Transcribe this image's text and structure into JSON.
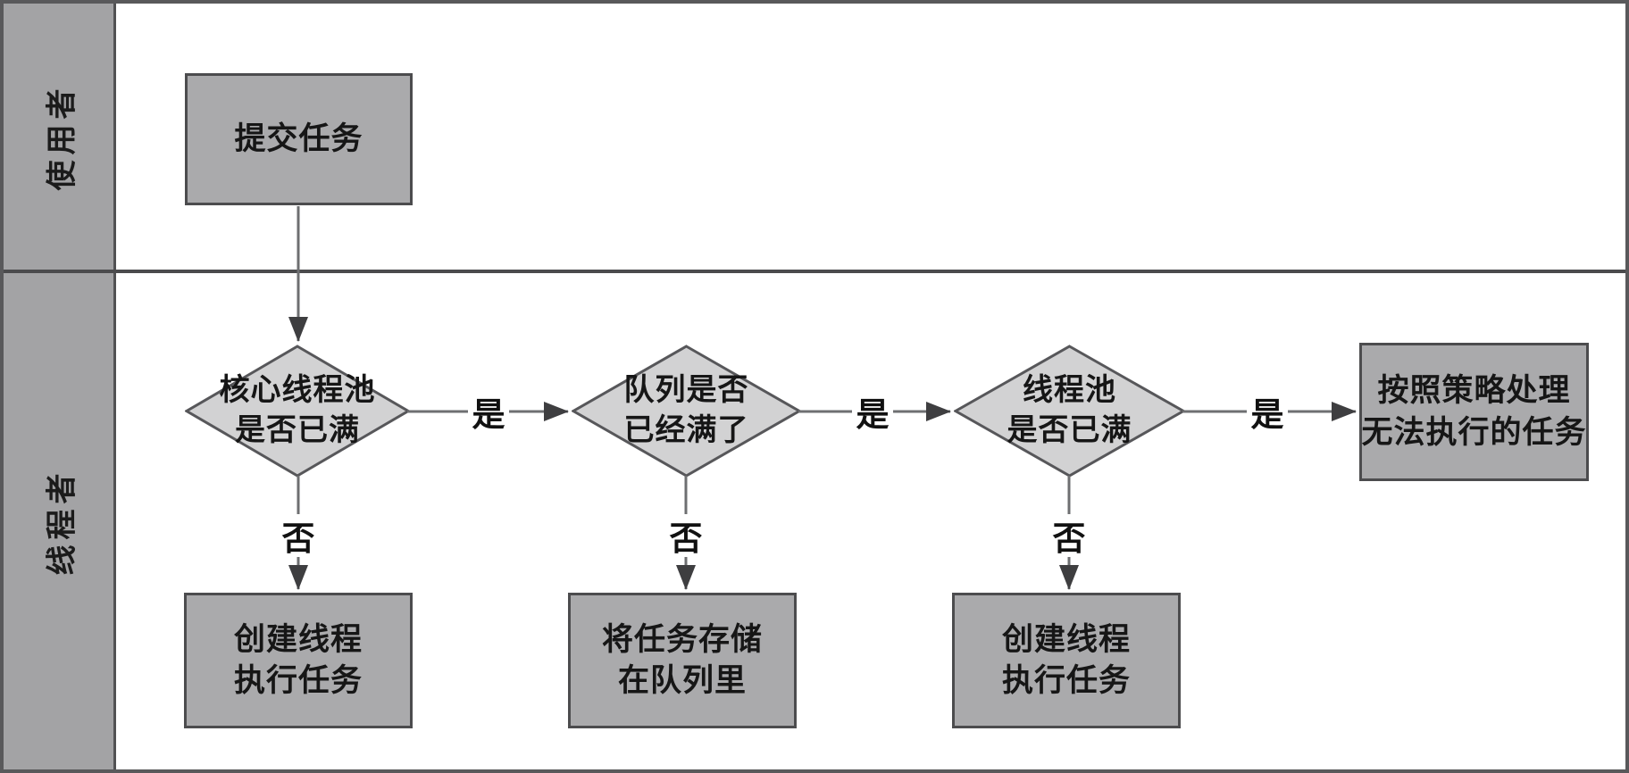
{
  "colors": {
    "frame_border": "#59595b",
    "lane_header_fill": "#a3a3a5",
    "divider": "#4b4b4d",
    "box_fill": "#aaaaac",
    "box_border": "#4c4c4e",
    "diamond_fill": "#d2d2d3",
    "diamond_border": "#57575a",
    "connector": "#6e6f71",
    "arrowhead": "#3e3e40",
    "text": "#1b1b1b"
  },
  "lanes": {
    "user": {
      "label": "使用者"
    },
    "thread": {
      "label": "线程者"
    }
  },
  "nodes": {
    "submit_task": {
      "line1": "提交任务"
    },
    "core_pool_full": {
      "line1": "核心线程池",
      "line2": "是否已满"
    },
    "create_thread_1": {
      "line1": "创建线程",
      "line2": "执行任务"
    },
    "queue_full": {
      "line1": "队列是否",
      "line2": "已经满了"
    },
    "store_in_queue": {
      "line1": "将任务存储",
      "line2": "在队列里"
    },
    "pool_full": {
      "line1": "线程池",
      "line2": "是否已满"
    },
    "create_thread_2": {
      "line1": "创建线程",
      "line2": "执行任务"
    },
    "reject_policy": {
      "line1": "按照策略处理",
      "line2": "无法执行的任务"
    }
  },
  "edge_labels": {
    "yes": "是",
    "no": "否"
  }
}
